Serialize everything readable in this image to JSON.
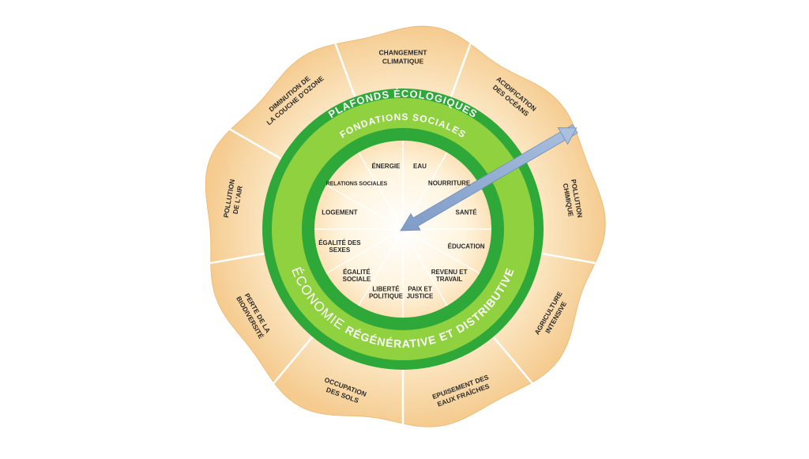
{
  "colors": {
    "outer_band": "#f7d6a3",
    "outer_band_edge": "#f0b970",
    "green_dark": "#2fa83a",
    "green_light": "#8fd13f",
    "inner_core": "#fff6e6",
    "arrow": "#8ea9cf",
    "divider": "#ffffff"
  },
  "diagram": {
    "outer_title": "PLAFONDS ÉCOLOGIQUES",
    "inner_title": "FONDATIONS SOCIALES",
    "bottom_title_1": "ÉCONOMIE",
    "bottom_title_2": "RÉGÉNÉRATIVE ET DISTRIBUTIVE"
  },
  "ecological_ceiling": [
    [
      "CHANGEMENT",
      "CLIMATIQUE"
    ],
    [
      "ACIDIFICATION",
      "DES OCÉANS"
    ],
    [
      "POLLUTION",
      "CHIMIQUE"
    ],
    [
      "AGRICULTURE",
      "INTENSIVE"
    ],
    [
      "EPUISEMENT DES",
      "EAUX FRAÎCHES"
    ],
    [
      "OCCUPATION",
      "DES SOLS"
    ],
    [
      "PERTE DE LA",
      "BIODIVERSITÉ"
    ],
    [
      "POLLUTION",
      "DE L'AIR"
    ],
    [
      "DIMINUTION DE",
      "LA COUCHE D'OZONE"
    ]
  ],
  "social_foundation": [
    [
      "EAU"
    ],
    [
      "NOURRITURE"
    ],
    [
      "SANTÉ"
    ],
    [
      "ÉDUCATION"
    ],
    [
      "REVENU ET",
      "TRAVAIL"
    ],
    [
      "PAIX ET",
      "JUSTICE"
    ],
    [
      "LIBERTÉ",
      "POLITIQUE"
    ],
    [
      "ÉGALITÉ",
      "SOCIALE"
    ],
    [
      "ÉGALITÉ DES",
      "SEXES"
    ],
    [
      "LOGEMENT"
    ],
    [
      "RELATIONS SOCIALES"
    ],
    [
      "ÉNERGIE"
    ]
  ]
}
